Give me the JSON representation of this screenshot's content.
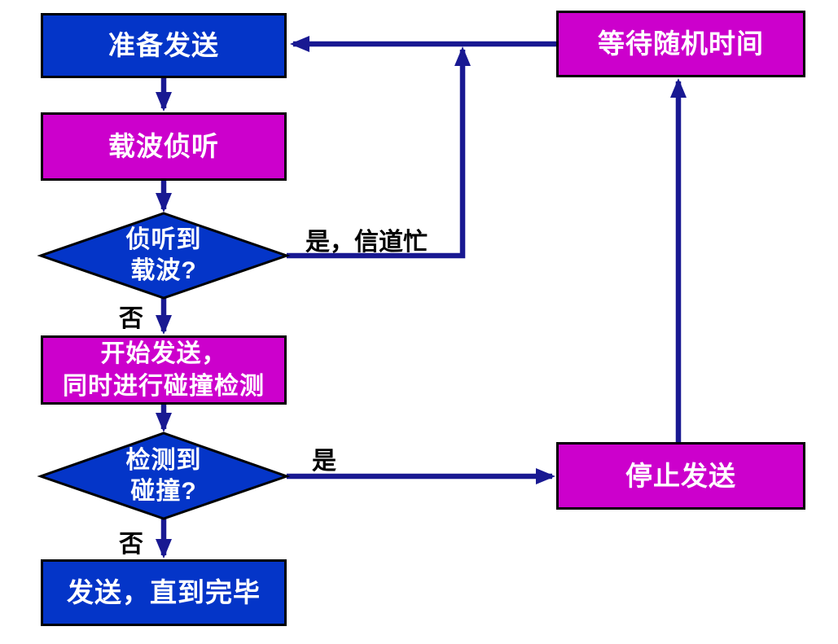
{
  "flowchart": {
    "nodes": {
      "prepare": {
        "label": "准备发送",
        "type": "process",
        "fill": "#0435C8"
      },
      "carrier_sense": {
        "label": "载波侦听",
        "type": "process",
        "fill": "#CC00CC"
      },
      "carrier_detected": {
        "label": "侦听到\n载波?",
        "type": "decision",
        "fill": "#0435C8"
      },
      "start_send": {
        "label": "开始发送，\n同时进行碰撞检测",
        "type": "process",
        "fill": "#CC00CC"
      },
      "collision_detected": {
        "label": "检测到\n碰撞?",
        "type": "decision",
        "fill": "#0435C8"
      },
      "send_until_done": {
        "label": "发送，直到完毕",
        "type": "process",
        "fill": "#0435C8"
      },
      "wait_random": {
        "label": "等待随机时间",
        "type": "process",
        "fill": "#CC00CC"
      },
      "stop_send": {
        "label": "停止发送",
        "type": "process",
        "fill": "#CC00CC"
      }
    },
    "edge_labels": {
      "carrier_yes": "是，信道忙",
      "carrier_no": "否",
      "collision_yes": "是",
      "collision_no": "否"
    },
    "colors": {
      "process_blue": "#0435C8",
      "process_magenta": "#CC00CC",
      "connector": "#191992",
      "node_border": "#000000",
      "node_text": "#FFFFFF",
      "label_text": "#000000",
      "background": "#FFFFFF"
    }
  }
}
